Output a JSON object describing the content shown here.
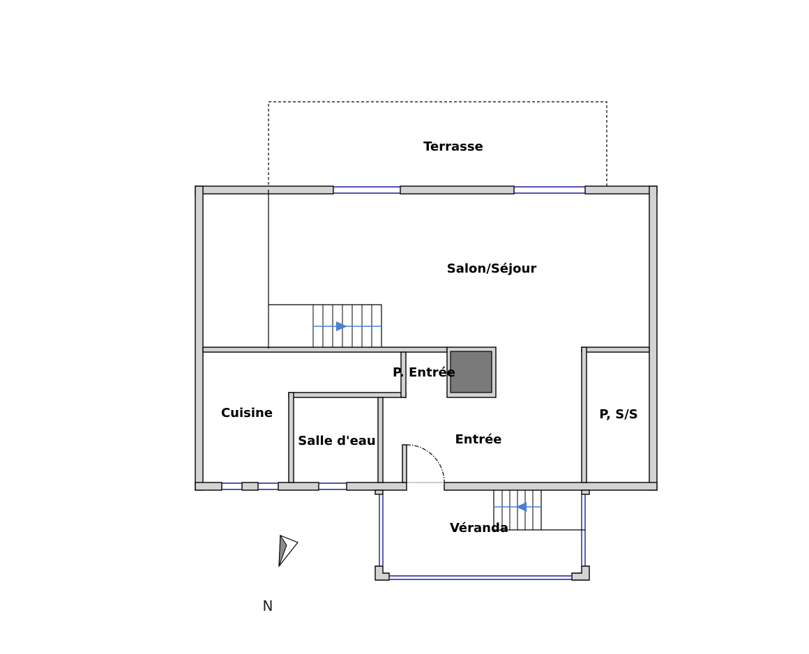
{
  "rooms": {
    "terrasse": "Terrasse",
    "salon": "Salon/Séjour",
    "p_entree": "P. Entrée",
    "cuisine": "Cuisine",
    "salle_eau": "Salle d'eau",
    "entree": "Entrée",
    "p_ss": "P, S/S",
    "veranda": "Véranda"
  },
  "compass": {
    "label": "N"
  },
  "colors": {
    "wall_fill": "#d3d3d3",
    "wall_stroke": "#000000",
    "window": "#1a1a9a",
    "stair_arrow": "#4a7fd6",
    "chimney": "#7a7a7a"
  }
}
